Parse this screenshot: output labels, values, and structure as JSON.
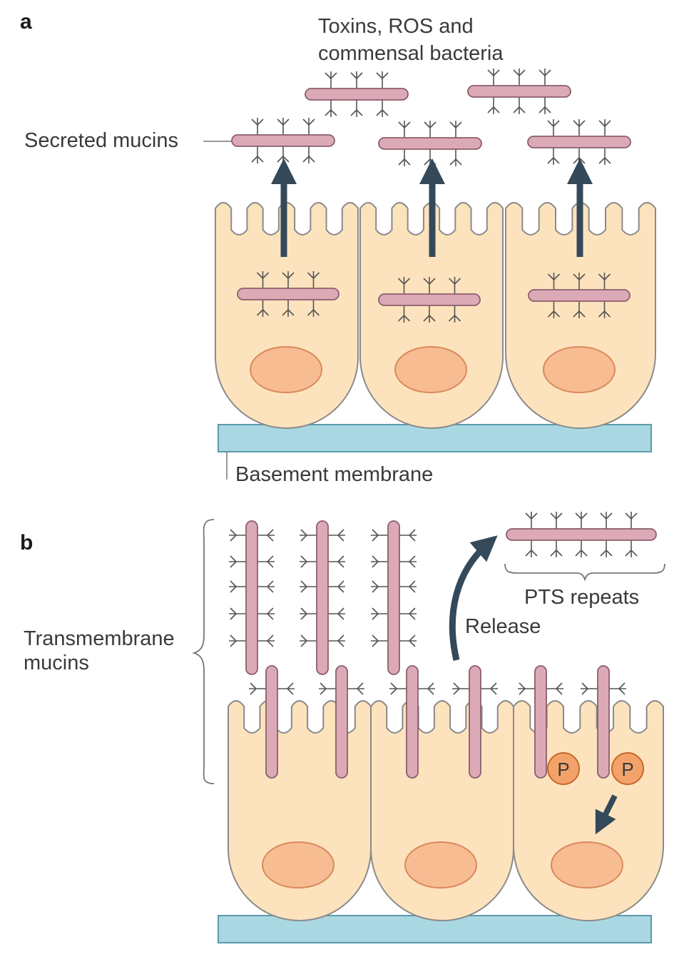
{
  "panel_a": {
    "letter": "a",
    "top_label_line1": "Toxins, ROS and",
    "top_label_line2": "commensal bacteria",
    "secreted_label": "Secreted mucins",
    "basement_label": "Basement membrane"
  },
  "panel_b": {
    "letter": "b",
    "transmembrane_line1": "Transmembrane",
    "transmembrane_line2": "mucins",
    "release_label": "Release",
    "pts_label": "PTS repeats",
    "phospho_1": "P",
    "phospho_2": "P"
  },
  "colors": {
    "cell_fill": "#fde3bd",
    "cell_stroke": "#8a8a8a",
    "nucleus_fill": "#f7bc92",
    "nucleus_stroke": "#d98a5c",
    "mucin_fill": "#dcaab7",
    "mucin_stroke": "#8c5e6c",
    "membrane_fill": "#a9d8e2",
    "membrane_stroke": "#5b9aab",
    "arrow": "#34495a",
    "phospho_fill": "#f3a36a",
    "phospho_stroke": "#c46a2f"
  }
}
